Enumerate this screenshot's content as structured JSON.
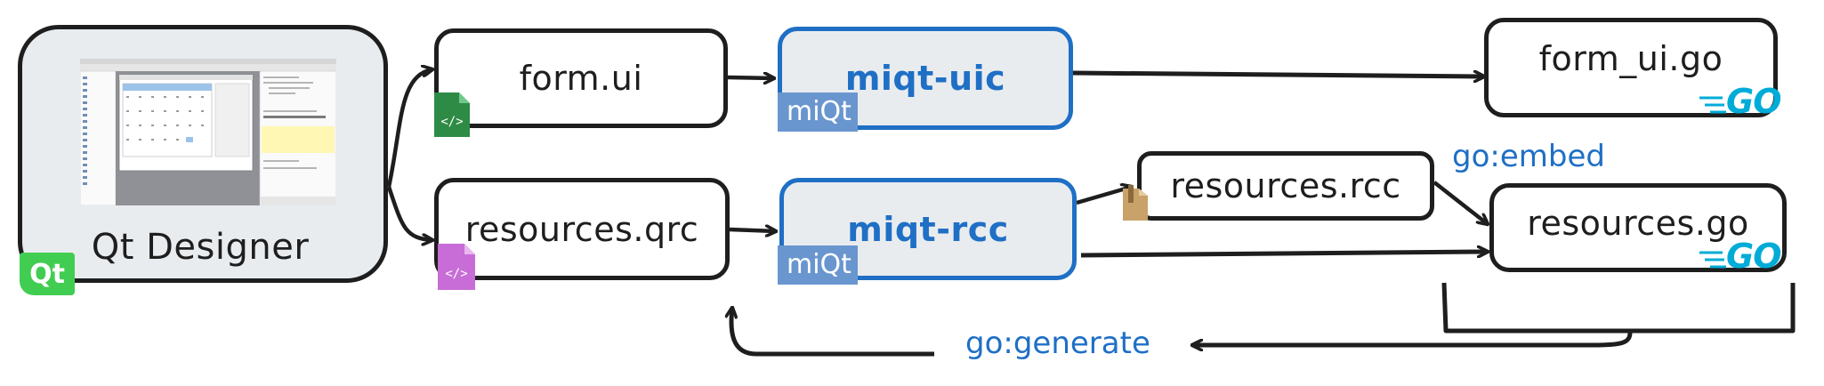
{
  "nodes": {
    "designer": {
      "label": "Qt Designer",
      "badge": "Qt"
    },
    "form_ui": {
      "label": "form.ui"
    },
    "resources_qrc": {
      "label": "resources.qrc"
    },
    "miqt_uic": {
      "label": "miqt-uic",
      "tag": "miQt"
    },
    "miqt_rcc": {
      "label": "miqt-rcc",
      "tag": "miQt"
    },
    "resources_rcc": {
      "label": "resources.rcc"
    },
    "form_ui_go": {
      "label": "form_ui.go",
      "logo": "GO"
    },
    "resources_go": {
      "label": "resources.go",
      "logo": "GO"
    }
  },
  "annotations": {
    "embed": "go:embed",
    "generate": "go:generate"
  },
  "colors": {
    "stroke": "#1e1e1e",
    "accent_blue": "#1f6fc5",
    "miqt_tag": "#6a96cf",
    "qt_green": "#41cd52",
    "go_cyan": "#00acd7",
    "ui_file_icon": "#2e8b45",
    "qrc_file_icon": "#c86dd7",
    "rcc_file_icon": "#c9a26a"
  },
  "icons": [
    "qt-designer-screenshot",
    "ui-file-icon",
    "qrc-file-icon",
    "rcc-package-icon",
    "go-logo"
  ]
}
